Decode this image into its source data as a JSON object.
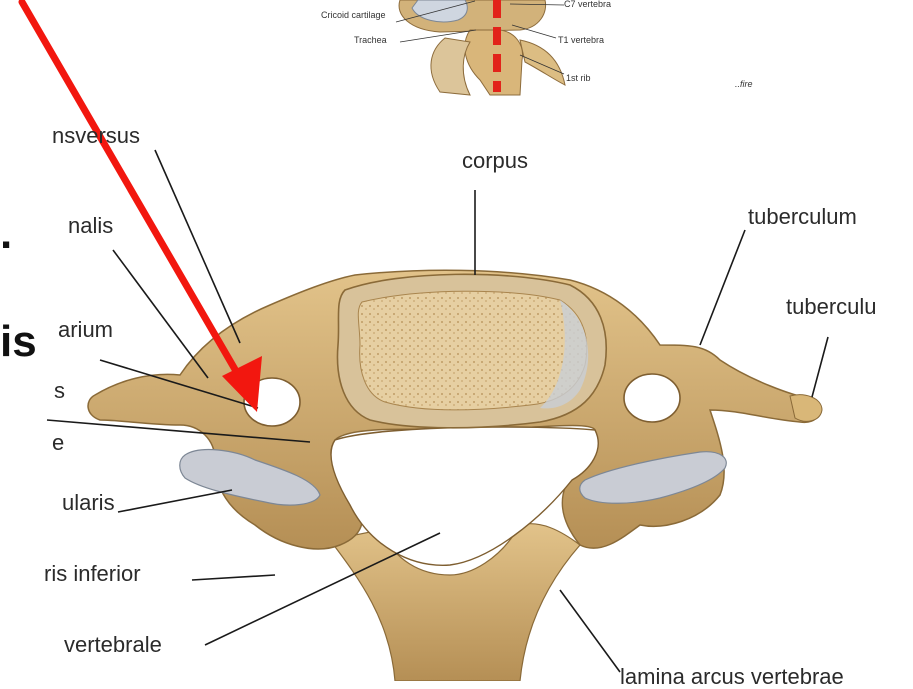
{
  "colors": {
    "bone_fill": "#d9b778",
    "bone_shadow": "#b08d52",
    "cartilage": "#c9ccd4",
    "leader_line": "#1a1a1a",
    "arrow": "#f2170f",
    "dashed_marker": "#e2231a"
  },
  "inset": {
    "cricoid_label": "Cricoid cartilage",
    "trachea_label": "Trachea",
    "c7_label": "C7 vertebra",
    "t1_label": "T1 vertebra",
    "rib_label": "1st rib",
    "signature": "..fire"
  },
  "labels": {
    "transversus": "nsversus",
    "corpus": "corpus",
    "tuberculum_1": "tuberculum",
    "nalis": "nalis",
    "tuberculum_2": "tuberculu",
    "arium": "arium",
    "s": "s",
    "e": "e",
    "ularis": "ularis",
    "inferior": "ris inferior",
    "vertebrale": "vertebrale",
    "lamina": "lamina arcus vertebrae"
  },
  "overlay_text": {
    "dot": ".",
    "is": "is"
  }
}
